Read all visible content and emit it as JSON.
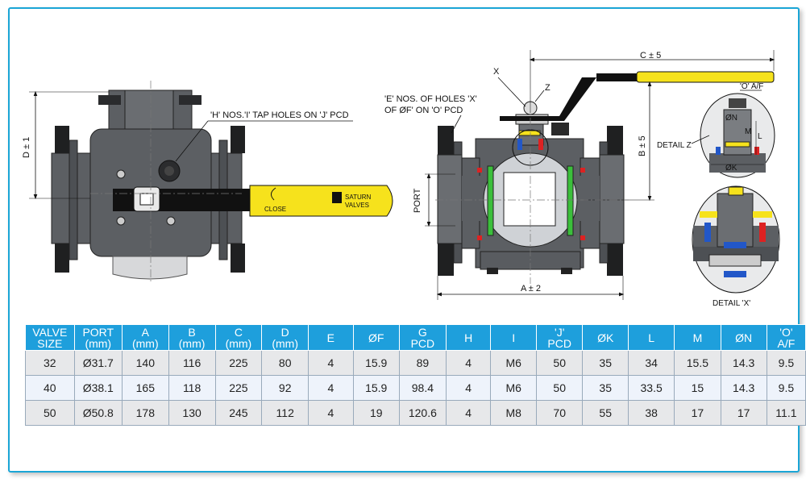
{
  "drawing": {
    "left_view": {
      "dim_d": "D ± 1",
      "note_tap_holes": "'H' NOS.'I' TAP HOLES ON 'J' PCD",
      "handle_close": "CLOSE",
      "brand_line1": "SATURN",
      "brand_line2": "VALVES"
    },
    "right_view": {
      "dim_c": "C ± 5",
      "dim_b": "B ± 5",
      "dim_a": "A ± 2",
      "port": "PORT",
      "label_x": "X",
      "label_z": "Z",
      "note_holes_line1": "'E' NOS. OF HOLES 'X'",
      "note_holes_line2": "OF ØF' ON 'O' PCD"
    },
    "detail_z": {
      "title": "DETAIL Z",
      "o_af": "'O' A/F",
      "n": "ØN",
      "m": "M",
      "l": "L",
      "k": "ØK"
    },
    "detail_x": {
      "title": "DETAIL 'X'"
    }
  },
  "table": {
    "headers": [
      [
        "VALVE",
        "SIZE"
      ],
      [
        "PORT",
        "(mm)"
      ],
      [
        "A",
        "(mm)"
      ],
      [
        "B",
        "(mm)"
      ],
      [
        "C",
        "(mm)"
      ],
      [
        "D",
        "(mm)"
      ],
      [
        "E",
        ""
      ],
      [
        "ØF",
        ""
      ],
      [
        "G",
        "PCD"
      ],
      [
        "H",
        ""
      ],
      [
        "I",
        ""
      ],
      [
        "'J'",
        "PCD"
      ],
      [
        "ØK",
        ""
      ],
      [
        "L",
        ""
      ],
      [
        "M",
        ""
      ],
      [
        "ØN",
        ""
      ],
      [
        "'O'",
        "A/F"
      ]
    ],
    "rows": [
      [
        "32",
        "Ø31.7",
        "140",
        "116",
        "225",
        "80",
        "4",
        "15.9",
        "89",
        "4",
        "M6",
        "50",
        "35",
        "34",
        "15.5",
        "14.3",
        "9.5"
      ],
      [
        "40",
        "Ø38.1",
        "165",
        "118",
        "225",
        "92",
        "4",
        "15.9",
        "98.4",
        "4",
        "M6",
        "50",
        "35",
        "33.5",
        "15",
        "14.3",
        "9.5"
      ],
      [
        "50",
        "Ø50.8",
        "178",
        "130",
        "245",
        "112",
        "4",
        "19",
        "120.6",
        "4",
        "M8",
        "70",
        "55",
        "38",
        "17",
        "17",
        "11.1"
      ]
    ]
  },
  "colors": {
    "frame_border": "#1aa5d6",
    "header_bg": "#1e9fdc",
    "body_gray": "#5c5f63",
    "handle_yellow": "#f6e21c",
    "seat_green": "#3bbf3b"
  }
}
